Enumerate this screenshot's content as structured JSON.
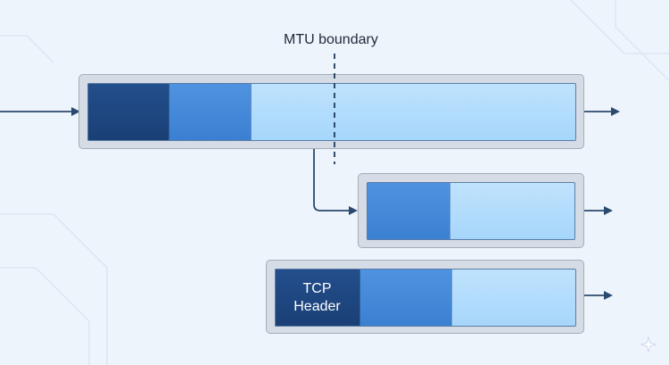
{
  "mtu_label": "MTU boundary",
  "tcp_header_label": [
    "TCP",
    "Header"
  ],
  "colors": {
    "background": "#eef4fb",
    "header_dark": "#1d467f",
    "segment_mid": "#4689db",
    "segment_light": "#b3dcfc",
    "arrow": "#2b4a6f",
    "frame": "#d5dce5"
  },
  "icons": [
    "arrow-right-icon",
    "sparkle-logo-icon"
  ]
}
